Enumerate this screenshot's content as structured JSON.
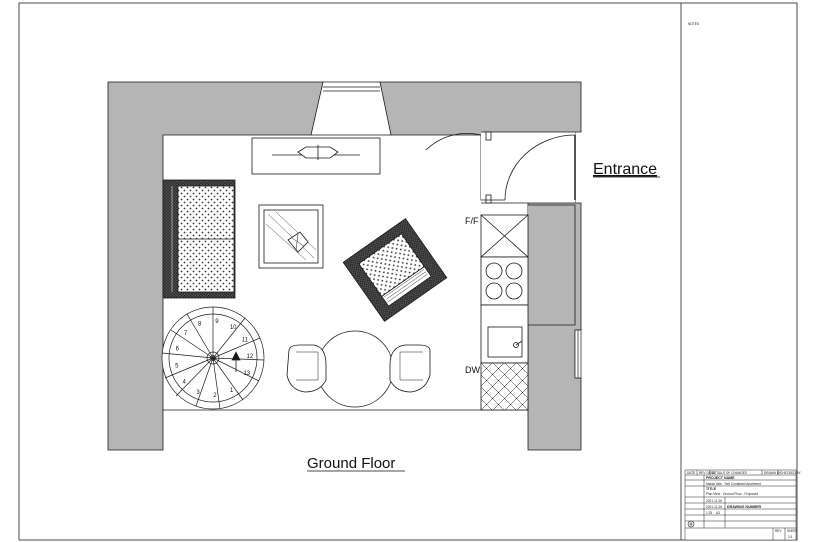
{
  "labels": {
    "entrance": "Entrance",
    "ground_floor": "Ground Floor",
    "fridge_freezer": "F/F",
    "dishwasher": "DW"
  },
  "notes_heading": "NOTES",
  "stair_numbers": [
    "1",
    "2",
    "3",
    "4",
    "5",
    "6",
    "7",
    "8",
    "9",
    "10",
    "11",
    "12",
    "13"
  ],
  "title_block": {
    "rev_header": [
      "DATE",
      "REV DESC",
      "DETAILS OF CHANGES",
      "DRAWN BY",
      "CHECKED BY"
    ],
    "project_name_label": "PROJECT NAME",
    "project_name": "Maida Vale - Self Contained Apartment",
    "title_label": "TITLE",
    "title": "Plan View - Ground Floor - Proposed",
    "date_1": "2021-11-26",
    "date_2": "2021-11-26",
    "scale": "1:25",
    "paper": "A3",
    "drawing_number_label": "DRAWING NUMBER",
    "rev_label": "REV",
    "sheet_label": "SHEET",
    "sheet_value": "1/1"
  },
  "colors": {
    "wall": "#b5b5b5",
    "line": "#1a1a1a",
    "hatch": "#333333"
  }
}
